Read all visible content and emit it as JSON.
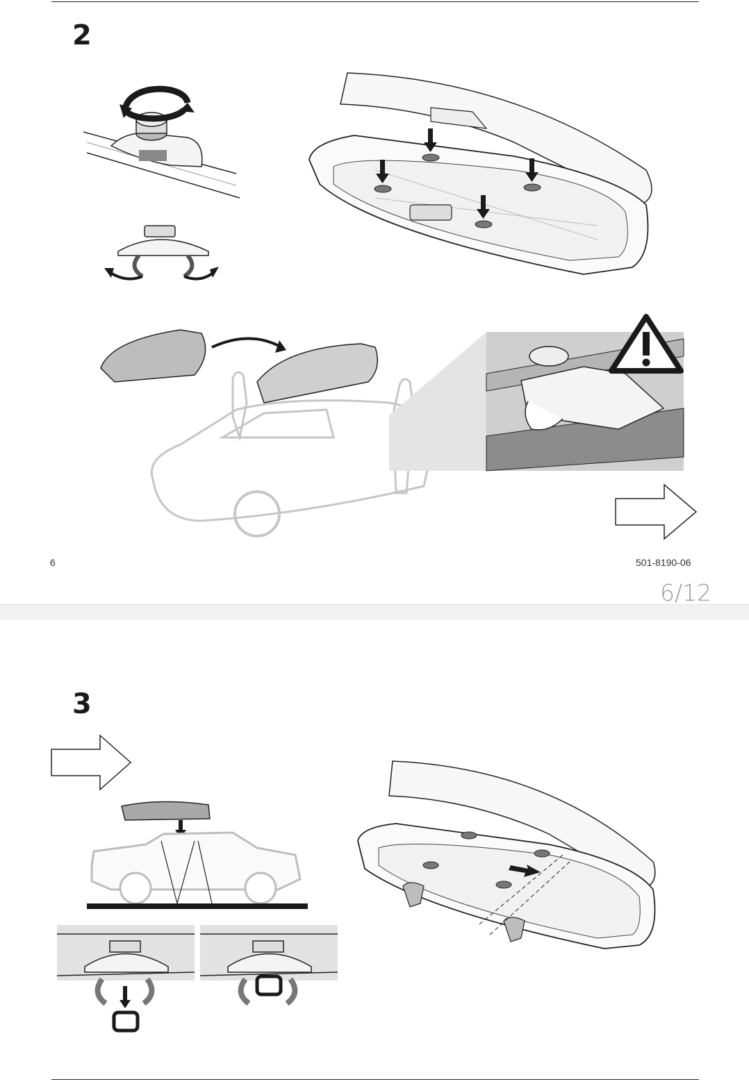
{
  "steps": {
    "step2_label": "2",
    "step3_label": "3"
  },
  "footer": {
    "page_number": "6",
    "document_number": "501-8190-06"
  },
  "viewer": {
    "page_counter": "6/12"
  },
  "icons": {
    "warning": "warning-triangle-icon",
    "next": "outline-arrow-right-icon"
  },
  "colors": {
    "ink": "#1a1a1a",
    "light_gray": "#d9d9d9",
    "mid_gray": "#9a9a9a",
    "zoom_background": "#cfcfcf"
  }
}
